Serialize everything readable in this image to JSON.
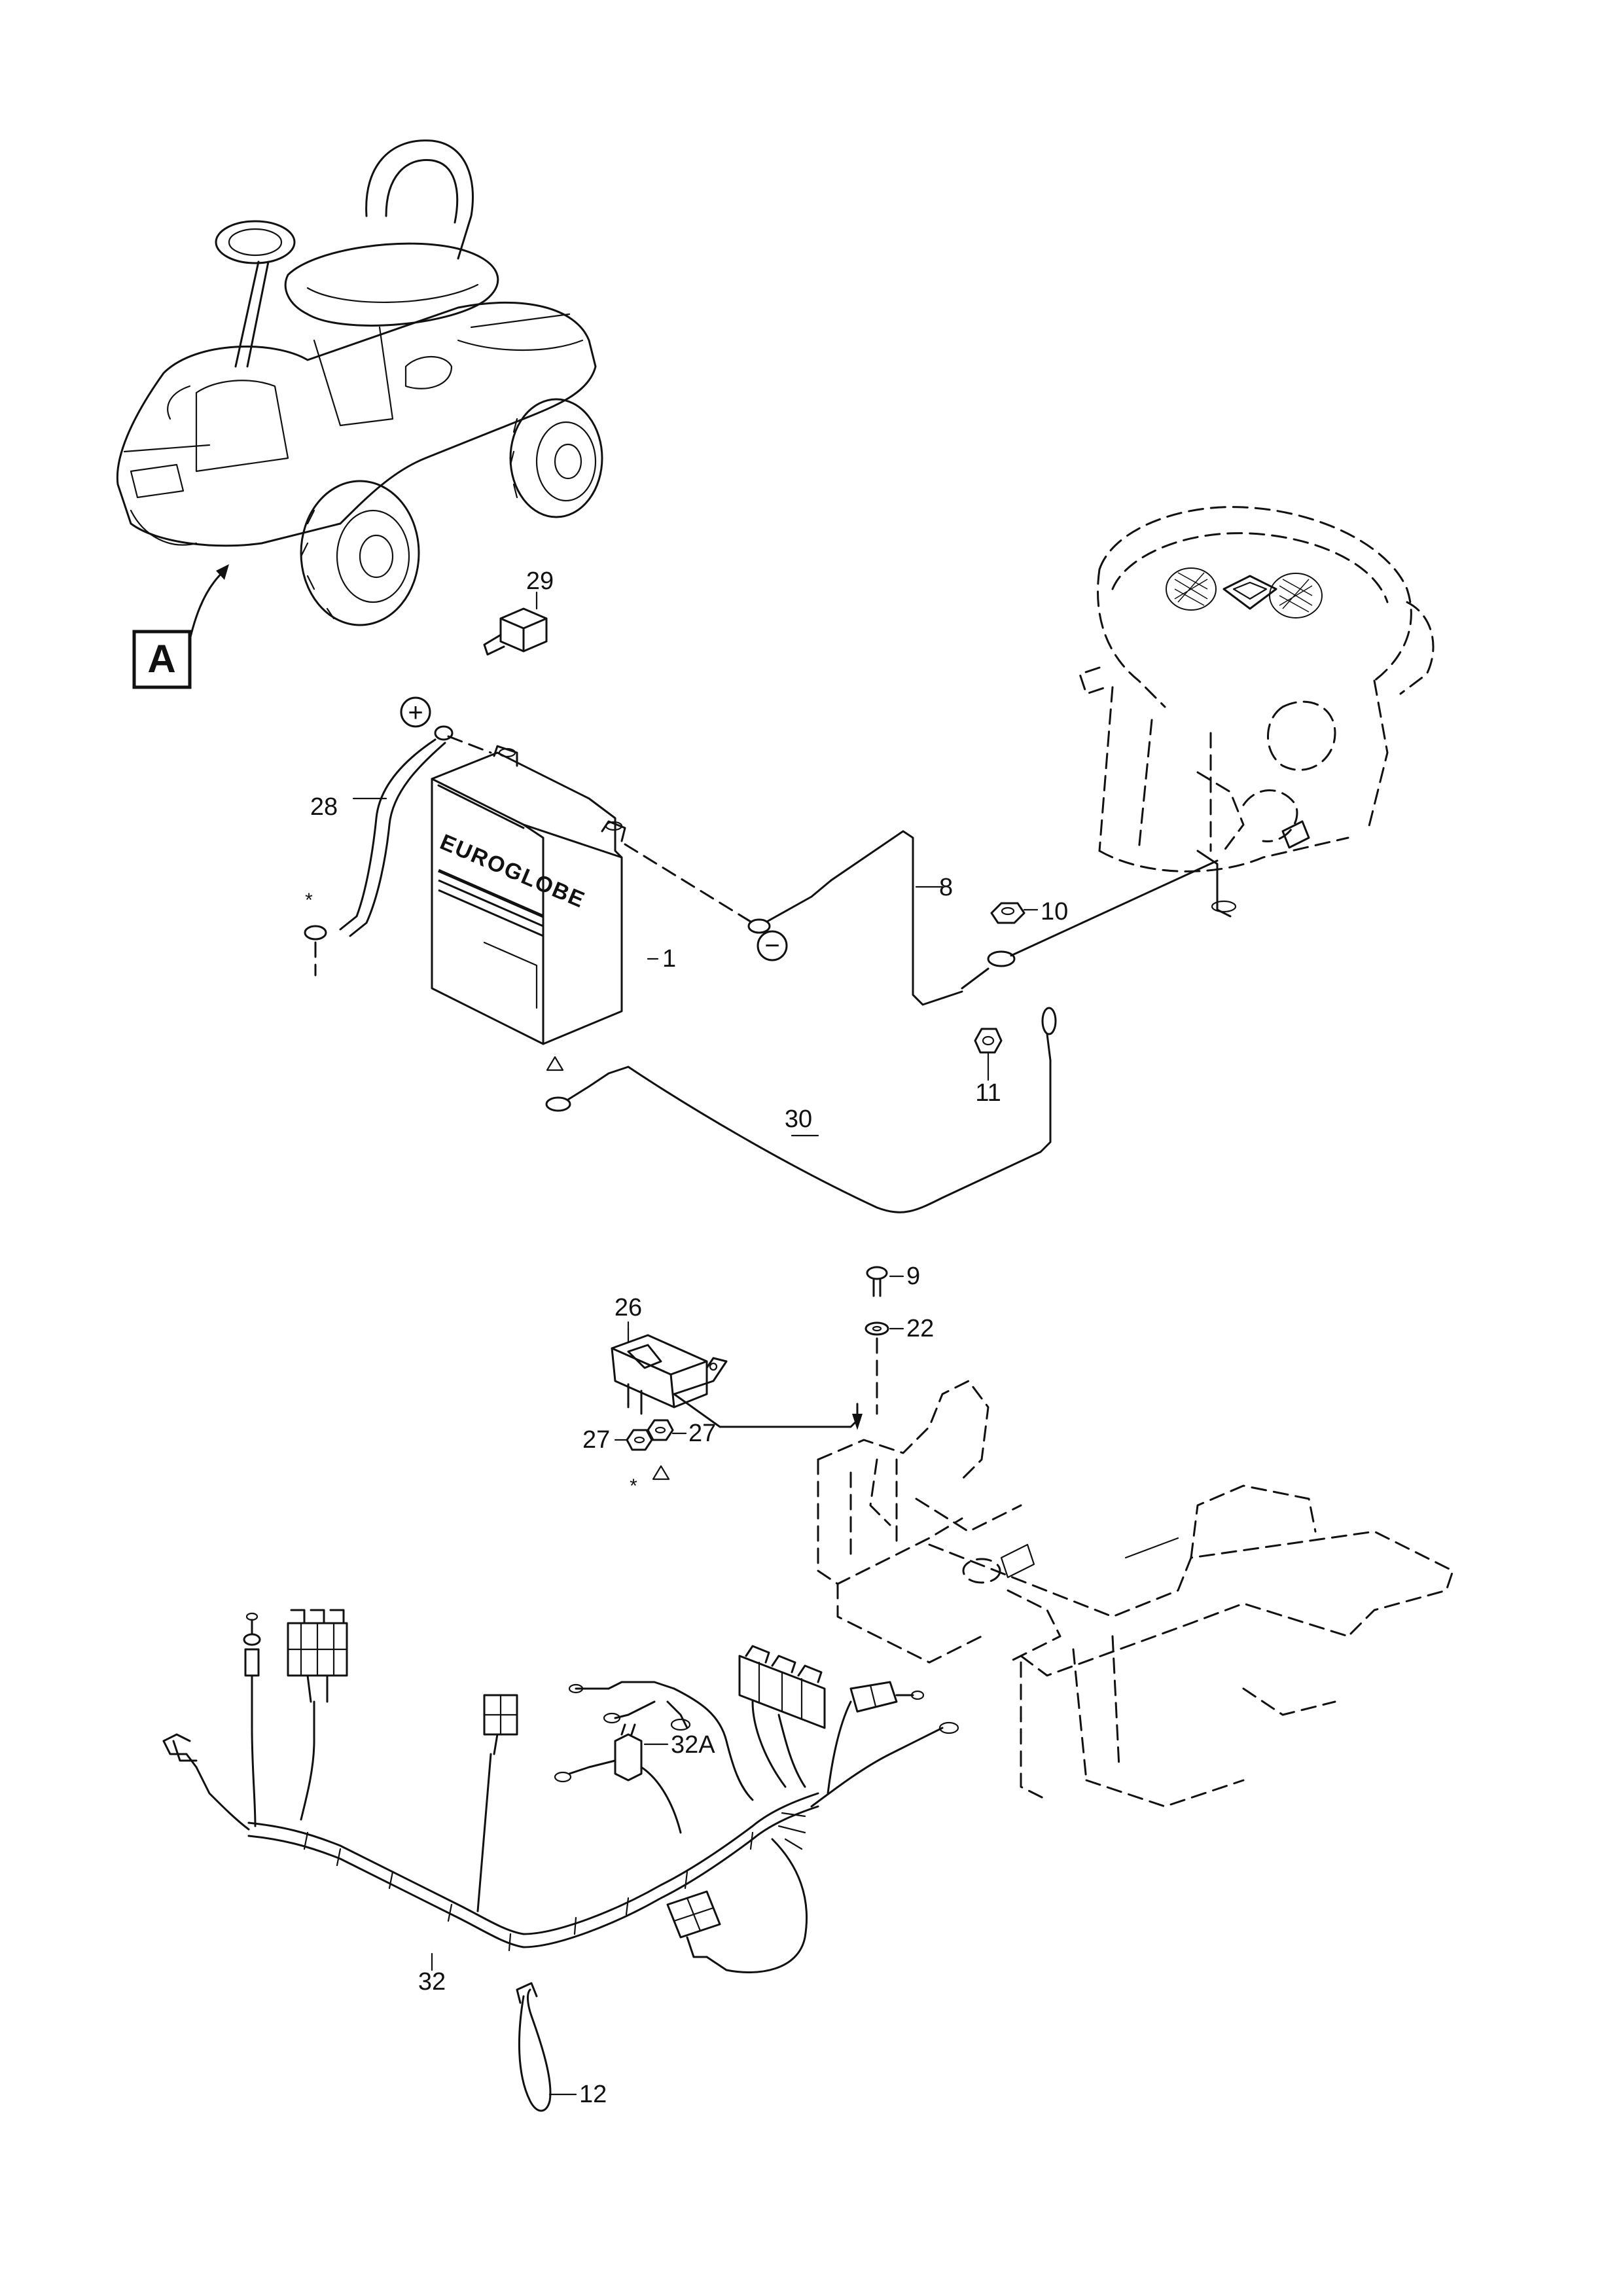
{
  "view_label": "A",
  "battery_brand": "EUROGLOBE",
  "symbols": {
    "positive": "+",
    "negative": "−",
    "asterisk": "*"
  },
  "callouts": [
    {
      "id": "c1",
      "text": "1"
    },
    {
      "id": "c8",
      "text": "8"
    },
    {
      "id": "c9",
      "text": "9"
    },
    {
      "id": "c10",
      "text": "10"
    },
    {
      "id": "c11",
      "text": "11"
    },
    {
      "id": "c12",
      "text": "12"
    },
    {
      "id": "c22",
      "text": "22"
    },
    {
      "id": "c26",
      "text": "26"
    },
    {
      "id": "c27a",
      "text": "27"
    },
    {
      "id": "c27b",
      "text": "27"
    },
    {
      "id": "c28",
      "text": "28"
    },
    {
      "id": "c29",
      "text": "29"
    },
    {
      "id": "c30",
      "text": "30"
    },
    {
      "id": "c32",
      "text": "32"
    },
    {
      "id": "c32a",
      "text": "32A"
    }
  ],
  "colors": {
    "ink": "#111111",
    "paper": "#ffffff"
  }
}
